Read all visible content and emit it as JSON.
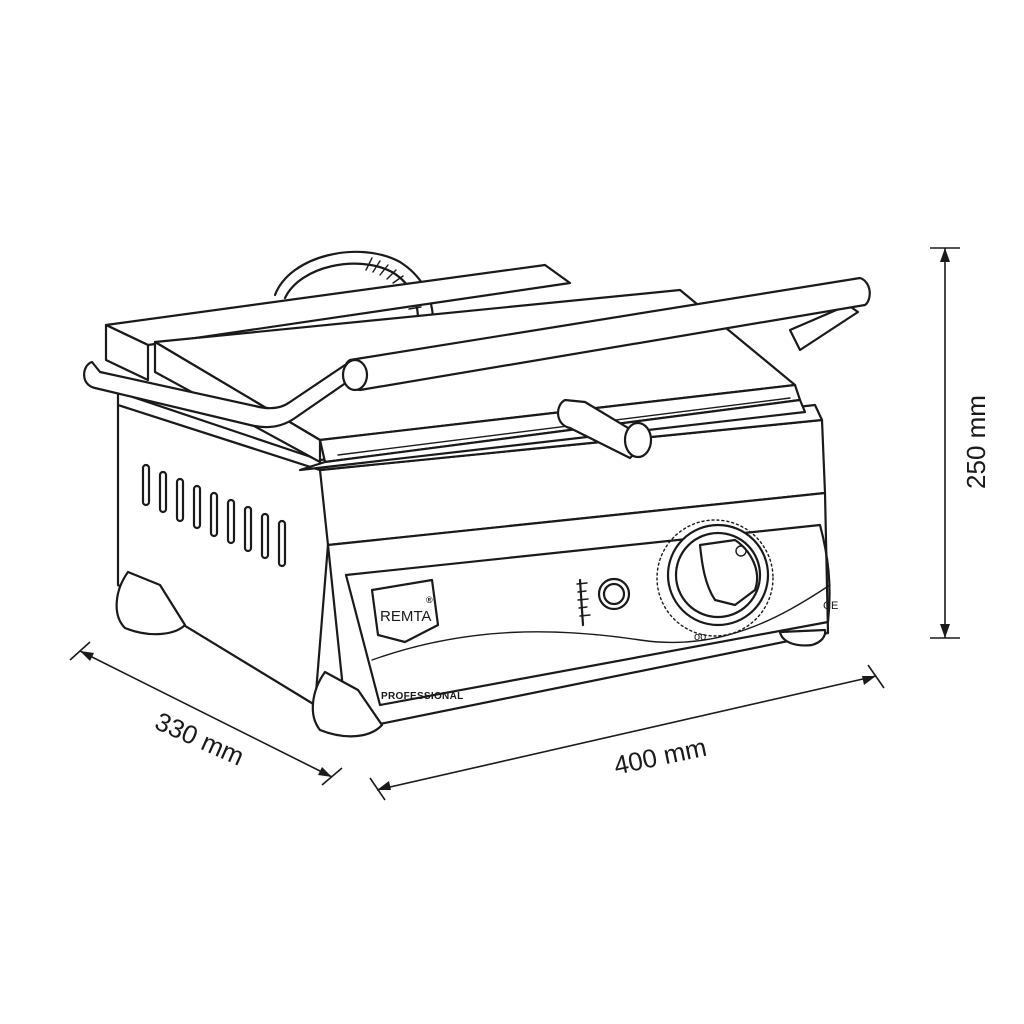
{
  "dimensions": {
    "depth_label": "330 mm",
    "width_label": "400 mm",
    "height_label": "250 mm"
  },
  "product": {
    "brand_label": "REMTA",
    "brand_mark": "®",
    "series_label": "PROFESSIONAL",
    "certification_label": "CE"
  },
  "colors": {
    "line": "#1a1a1a",
    "background": "#ffffff"
  }
}
